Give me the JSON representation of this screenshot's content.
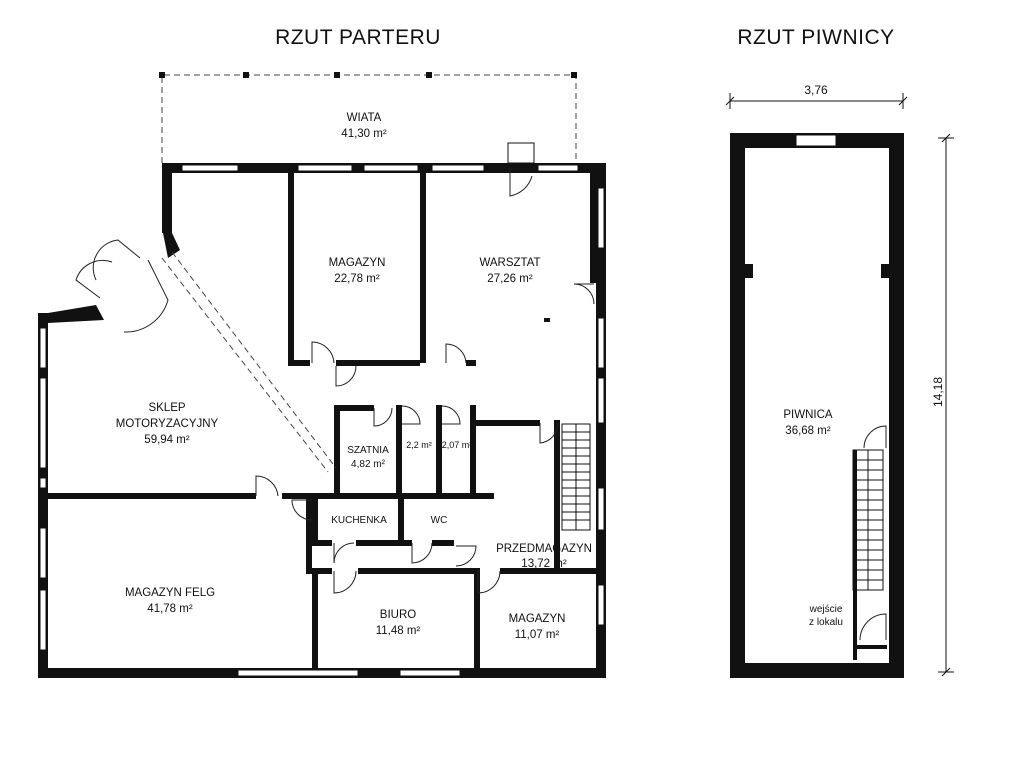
{
  "titles": {
    "ground": "RZUT PARTERU",
    "basement": "RZUT PIWNICY"
  },
  "ground_rooms": {
    "wiata": {
      "name": "WIATA",
      "area": "41,30 m²"
    },
    "magazyn_top": {
      "name": "MAGAZYN",
      "area": "22,78 m²"
    },
    "warsztat": {
      "name": "WARSZTAT",
      "area": "27,26 m²"
    },
    "sklep": {
      "name1": "SKLEP",
      "name2": "MOTORYZACYJNY",
      "area": "59,94 m²"
    },
    "szatnia": {
      "name": "SZATNIA",
      "area": "4,82 m²"
    },
    "small_a": {
      "area": "2,2 m²"
    },
    "small_b": {
      "area": "2,07 m²"
    },
    "kuchenka": {
      "name": "KUCHENKA"
    },
    "wc": {
      "name": "WC"
    },
    "przedmagazyn": {
      "name": "PRZEDMAGAZYN",
      "area": "13,72 m²"
    },
    "magazyn_felg": {
      "name": "MAGAZYN FELG",
      "area": "41,78 m²"
    },
    "biuro": {
      "name": "BIURO",
      "area": "11,48 m²"
    },
    "magazyn_bottom": {
      "name": "MAGAZYN",
      "area": "11,07 m²"
    }
  },
  "basement": {
    "piwnica": {
      "name": "PIWNICA",
      "area": "36,68 m²"
    },
    "entrance": {
      "line1": "wejście",
      "line2": "z lokalu"
    },
    "width_dim": "3,76",
    "height_dim": "14,18"
  }
}
